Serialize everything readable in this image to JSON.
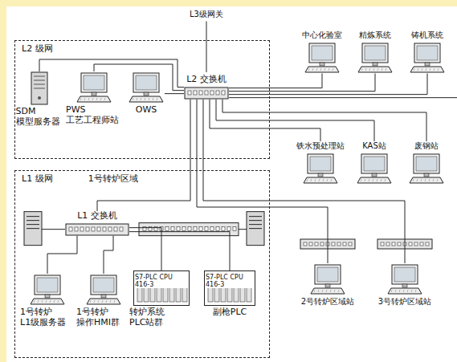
{
  "diagram": {
    "nodes": [
      {
        "text": [
          "L2 级网"
        ]
      },
      {
        "text": [
          "SDM 模型服务器"
        ],
        "in": 0
      },
      {
        "text": [
          "PWS 工艺工程师站"
        ],
        "in": 0
      },
      {
        "text": [
          "OWS"
        ],
        "in": 0
      },
      {
        "text": [
          "L2 交换机"
        ],
        "in": 0
      },
      {
        "text": [
          "中心化验室"
        ]
      },
      {
        "text": [
          "精炼系统"
        ]
      },
      {
        "text": [
          "铸机系统"
        ]
      },
      {
        "text": [
          "铁水预处理站"
        ]
      },
      {
        "text": [
          "KAS站"
        ]
      },
      {
        "text": [
          "废钢站"
        ]
      },
      {
        "text": [
          "L1 级网",
          "1号转炉区域"
        ]
      },
      {
        "text": [
          "L1 交换机"
        ],
        "in": 11
      },
      {
        "text": [
          "1号转炉 L1级服务器"
        ],
        "in": 11
      },
      {
        "text": [
          "1号转炉 操作HMI群"
        ],
        "in": 11
      },
      {
        "text": [
          "S7-PLC CPU 416-3",
          "转炉系统 PLC站群"
        ],
        "in": 11
      },
      {
        "text": [
          "S7-PLC CPU 416-3",
          "副枪PLC"
        ],
        "in": 11
      },
      {
        "text": [
          "2号转炉区域站"
        ]
      },
      {
        "text": [
          "3号转炉区域站"
        ]
      }
    ],
    "edges": [
      {
        "from": 4,
        "to": 1,
        "arrow": "none"
      },
      {
        "from": 4,
        "to": 2,
        "arrow": "none"
      },
      {
        "from": 4,
        "to": 3,
        "arrow": "none"
      },
      {
        "from": 4,
        "to": 5,
        "arrow": "none"
      },
      {
        "from": 4,
        "to": 6,
        "arrow": "none"
      },
      {
        "from": 4,
        "to": 7,
        "arrow": "none"
      },
      {
        "from": 4,
        "to": 8,
        "arrow": "none"
      },
      {
        "from": 4,
        "to": 9,
        "arrow": "none"
      },
      {
        "from": 4,
        "to": 10,
        "arrow": "none"
      },
      {
        "from": 4,
        "to": 12,
        "arrow": "none"
      },
      {
        "from": 4,
        "to": 17,
        "arrow": "none"
      },
      {
        "from": 4,
        "to": 18,
        "arrow": "none"
      },
      {
        "from": 12,
        "to": 13,
        "arrow": "none"
      },
      {
        "from": 12,
        "to": 14,
        "arrow": "none"
      },
      {
        "from": 12,
        "to": 15,
        "arrow": "none"
      },
      {
        "from": 12,
        "to": 16,
        "arrow": "none"
      }
    ],
    "labels": [
      "L3级网关"
    ]
  }
}
